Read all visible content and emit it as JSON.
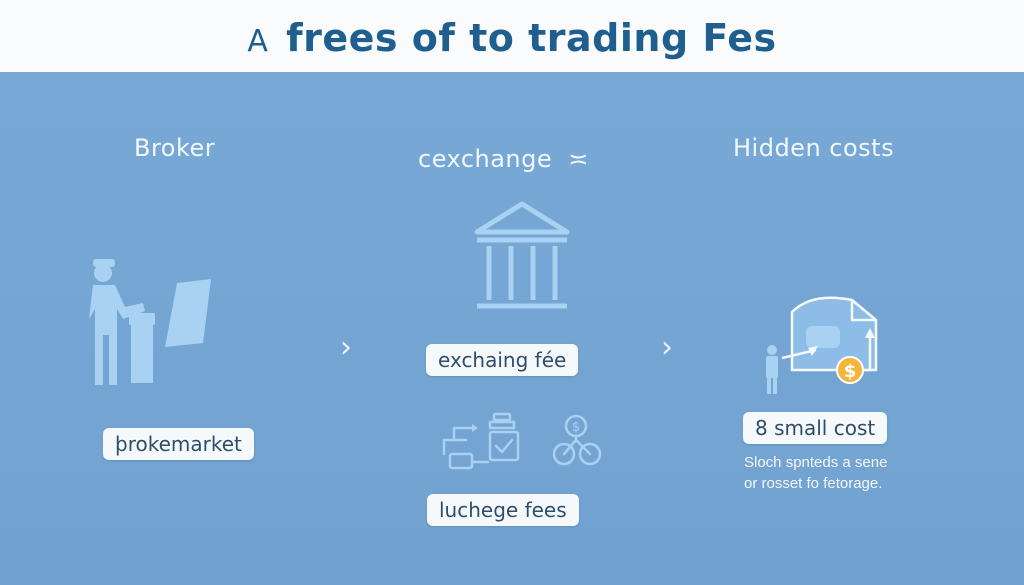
{
  "header": {
    "title_lead": "A",
    "title": "frees of to trading Fes"
  },
  "columns": {
    "broker": {
      "title": "Broker",
      "label": "þrokemarket",
      "icon": "person-at-desk-icon"
    },
    "exchange": {
      "title": "cexchange",
      "title_symbol": "≍",
      "label_primary": "exchaing fée",
      "label_secondary": "luchege fees",
      "icon": "bank-building-icon"
    },
    "hidden": {
      "title": "Hidden costs",
      "label": "8 small cost",
      "note_line1": "Sloch spnteds a sene",
      "note_line2": "or rosset fo fetorage.",
      "icon": "document-with-coin-icon"
    }
  },
  "colors": {
    "background": "#74a4d2",
    "header_bg": "#fafbfd",
    "title": "#1f5f8f",
    "icon_light": "#a9d1f2",
    "coin": "#f3b53a"
  }
}
